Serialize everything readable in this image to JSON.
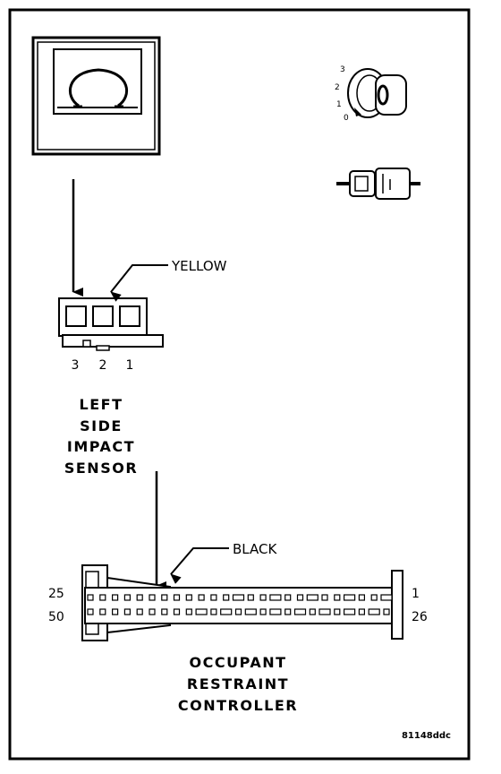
{
  "ohmmeter": {
    "symbol": "Ω"
  },
  "ignition": {
    "positions": [
      "3",
      "2",
      "1",
      "0"
    ]
  },
  "sensor_connector": {
    "wire_label": "YELLOW",
    "pins": [
      "3",
      "2",
      "1"
    ],
    "title_lines": [
      "LEFT",
      "SIDE",
      "IMPACT",
      "SENSOR"
    ]
  },
  "controller_connector": {
    "wire_label": "BLACK",
    "pin_labels_left": [
      "25",
      "50"
    ],
    "pin_labels_right": [
      "1",
      "26"
    ],
    "title_lines": [
      "OCCUPANT",
      "RESTRAINT",
      "CONTROLLER"
    ]
  },
  "figure_code": "81148ddc"
}
